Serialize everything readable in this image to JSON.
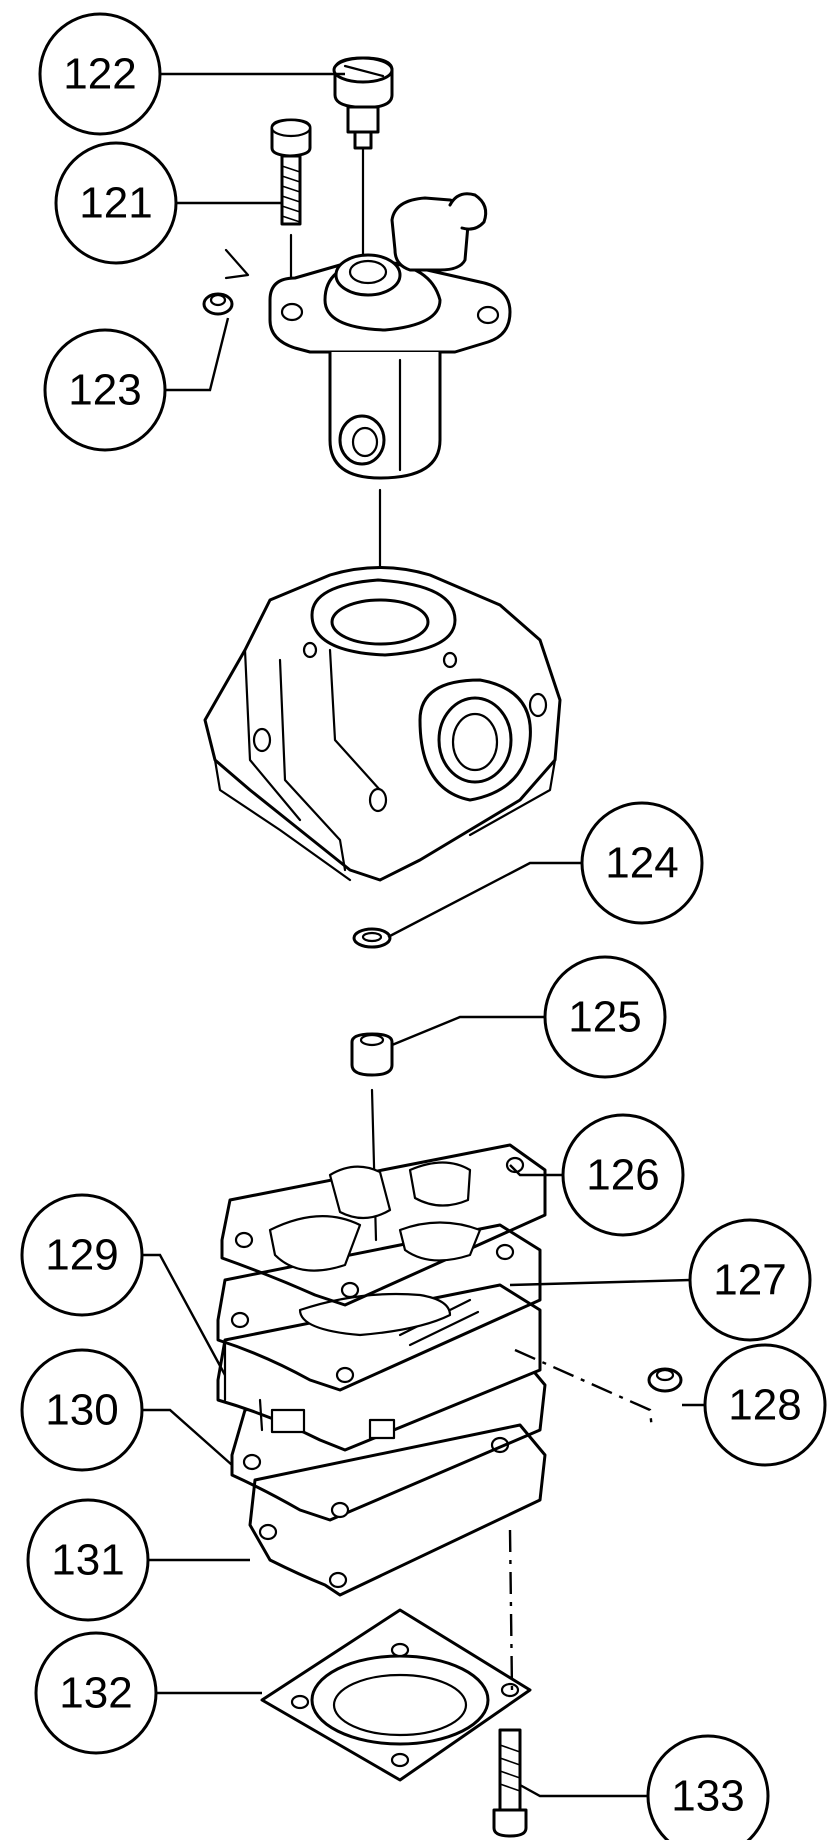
{
  "callouts": [
    {
      "id": "c122",
      "label": "122"
    },
    {
      "id": "c121",
      "label": "121"
    },
    {
      "id": "c123",
      "label": "123"
    },
    {
      "id": "c124",
      "label": "124"
    },
    {
      "id": "c125",
      "label": "125"
    },
    {
      "id": "c126",
      "label": "126"
    },
    {
      "id": "c127",
      "label": "127"
    },
    {
      "id": "c128",
      "label": "128"
    },
    {
      "id": "c129",
      "label": "129"
    },
    {
      "id": "c130",
      "label": "130"
    },
    {
      "id": "c131",
      "label": "131"
    },
    {
      "id": "c132",
      "label": "132"
    },
    {
      "id": "c133",
      "label": "133"
    }
  ]
}
